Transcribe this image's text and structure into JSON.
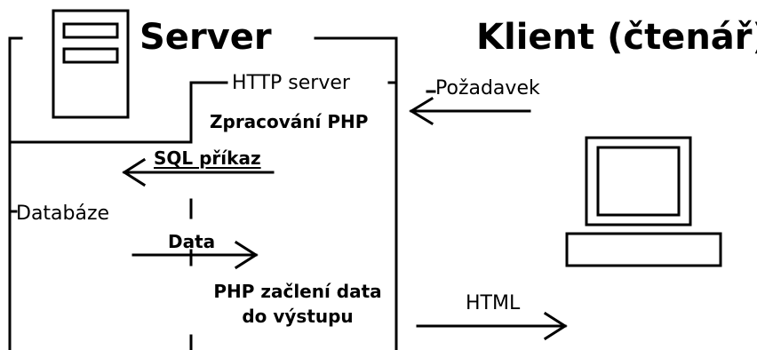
{
  "server": {
    "title": "Server",
    "http_server_label": "HTTP server",
    "php_processing_label": "Zpracování PHP",
    "database_label": "Databáze",
    "php_embed_label": [
      "PHP začlení data",
      "do výstupu"
    ]
  },
  "client": {
    "title": "Klient (čtenář)",
    "request_label": "Požadavek"
  },
  "messages": {
    "sql_label": "SQL příkaz",
    "data_label": "Data",
    "html_label": "HTML"
  },
  "icons": {
    "server": "server-tower-icon",
    "client": "desktop-computer-icon"
  },
  "colors": {
    "line": "#000000",
    "background": "#ffffff"
  }
}
